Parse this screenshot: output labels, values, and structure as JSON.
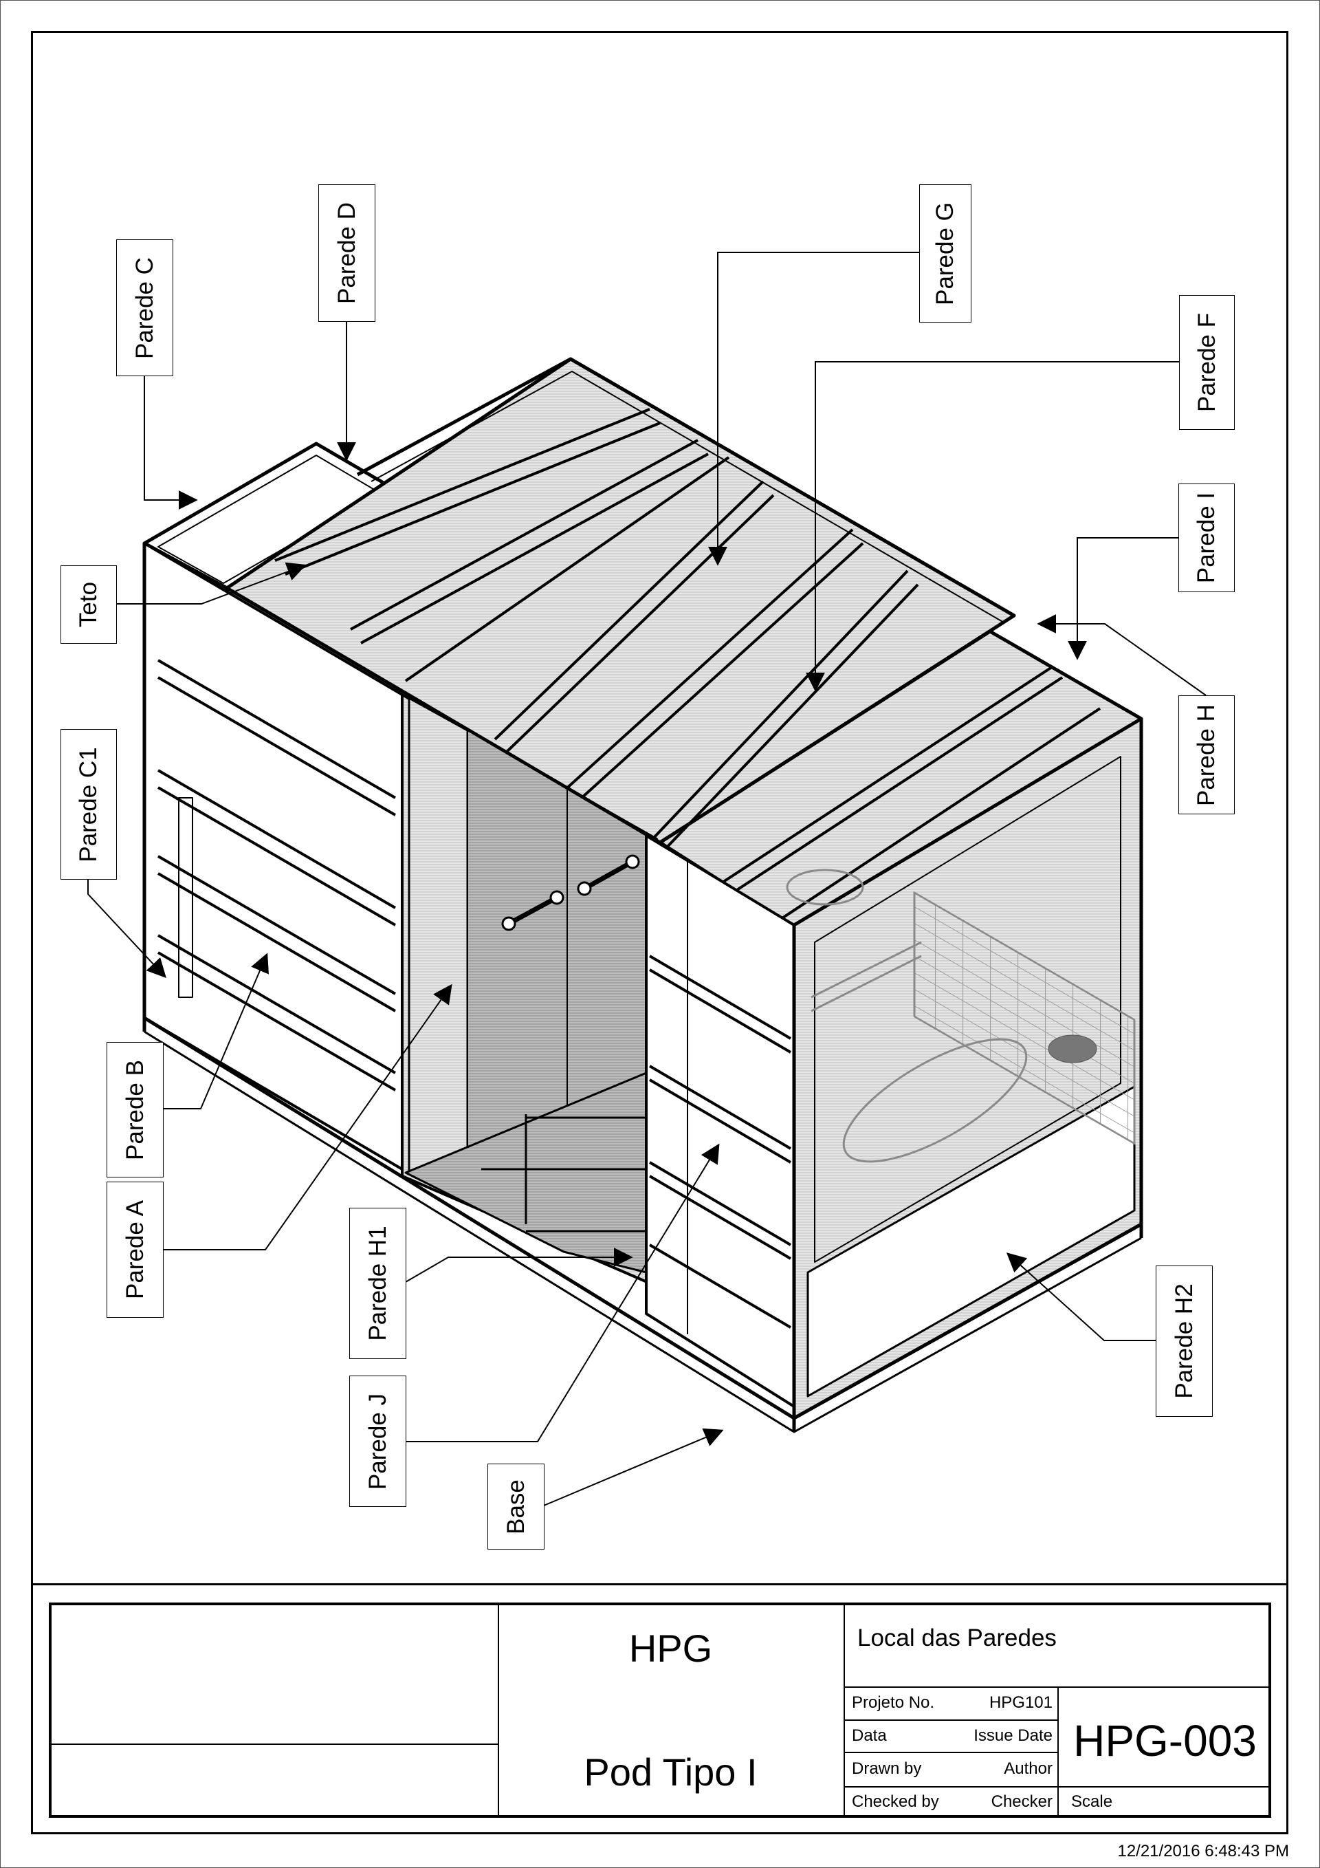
{
  "sheet": {
    "timestamp": "12/21/2016 6:48:43 PM"
  },
  "callouts": {
    "parede_c": "Parede C",
    "parede_d": "Parede D",
    "parede_g": "Parede G",
    "parede_f": "Parede F",
    "parede_i": "Parede I",
    "parede_h": "Parede H",
    "teto": "Teto",
    "parede_c1": "Parede C1",
    "parede_b": "Parede B",
    "parede_a": "Parede A",
    "parede_h1": "Parede H1",
    "parede_j": "Parede J",
    "base": "Base",
    "parede_h2": "Parede H2"
  },
  "title_block": {
    "company": "HPG",
    "project_name": "Pod Tipo I",
    "sheet_title": "Local das Paredes",
    "fields": [
      {
        "label": "Projeto No.",
        "value": "HPG101"
      },
      {
        "label": "Data",
        "value": "Issue Date"
      },
      {
        "label": "Drawn by",
        "value": "Author"
      },
      {
        "label": "Checked by",
        "value": "Checker"
      }
    ],
    "sheet_number": "HPG-003",
    "scale_label": "Scale"
  },
  "colors": {
    "line": "#000000",
    "panel_fill": "#d8d8d8",
    "panel_dark": "#a8a8a8",
    "background": "#ffffff"
  }
}
